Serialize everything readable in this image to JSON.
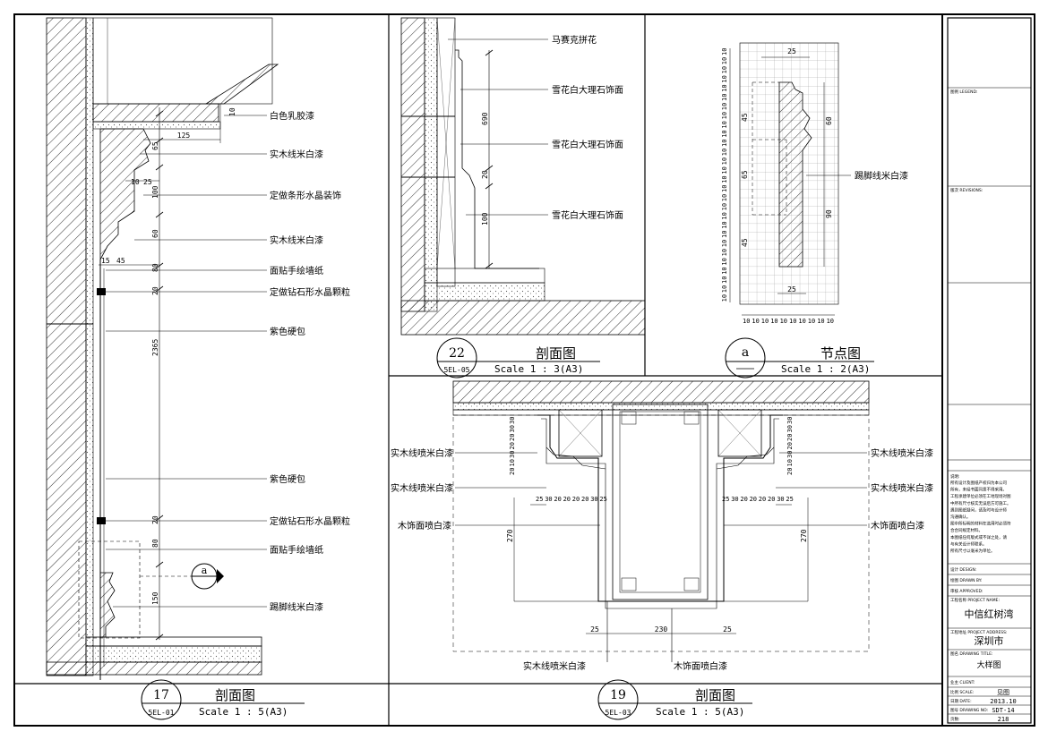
{
  "callouts": {
    "d17": [
      "白色乳胶漆",
      "实木线米白漆",
      "定做条形水晶装饰",
      "实木线米白漆",
      "面贴手绘墙纸",
      "定做钻石形水晶颗粒",
      "紫色硬包",
      "紫色硬包",
      "定做钻石形水晶颗粒",
      "面贴手绘墙纸",
      "踢脚线米白漆"
    ],
    "d22": [
      "马赛克拼花",
      "雪花白大理石饰面",
      "雪花白大理石饰面",
      "雪花白大理石饰面"
    ],
    "da": [
      "踢脚线米白漆"
    ],
    "d19_left": [
      "实木线喷米白漆",
      "实木线喷米白漆",
      "木饰面喷白漆"
    ],
    "d19_right": [
      "实木线喷米白漆",
      "实木线喷米白漆",
      "木饰面喷白漆"
    ],
    "d19_bottom": [
      "实木线喷米白漆",
      "木饰面喷白漆"
    ]
  },
  "dims": {
    "d17": [
      "10",
      "125",
      "65",
      "25",
      "10",
      "100",
      "60",
      "15",
      "45",
      "80",
      "20",
      "2365",
      "20",
      "80",
      "150"
    ],
    "d22": [
      "690",
      "20",
      "100"
    ],
    "da_top": "25",
    "da_left": [
      "10",
      "10",
      "10",
      "10",
      "10",
      "10",
      "10",
      "10",
      "10",
      "10",
      "10",
      "10",
      "10",
      "10",
      "10",
      "10",
      "10",
      "10",
      "10",
      "10",
      "10",
      "10",
      "10",
      "10",
      "10",
      "10",
      "10",
      "10"
    ],
    "da_inner": [
      "45",
      "60",
      "65",
      "90",
      "45",
      "25"
    ],
    "da_bottom": [
      "10",
      "10",
      "10",
      "10",
      "10",
      "10",
      "10",
      "10",
      "10",
      "10"
    ],
    "d19_left_v": [
      "30",
      "30",
      "20",
      "20",
      "30",
      "10",
      "20"
    ],
    "d19_right_v": [
      "30",
      "30",
      "20",
      "20",
      "30",
      "10",
      "20"
    ],
    "d19_row_left": [
      "25",
      "30",
      "20",
      "20",
      "20",
      "20",
      "30",
      "25"
    ],
    "d19_row_right": [
      "25",
      "30",
      "20",
      "20",
      "20",
      "20",
      "30",
      "25"
    ],
    "d19_h": [
      "270",
      "270"
    ],
    "d19_bottom": [
      "25",
      "230",
      "25"
    ]
  },
  "titles": {
    "d17": {
      "num": "17",
      "ref": "5EL-01",
      "name": "剖面图",
      "scale": "Scale 1 : 5(A3)"
    },
    "d22": {
      "num": "22",
      "ref": "5EL-05",
      "name": "剖面图",
      "scale": "Scale 1 : 3(A3)"
    },
    "da": {
      "num": "a",
      "ref": "",
      "name": "节点图",
      "scale": "Scale 1 : 2(A3)"
    },
    "d19": {
      "num": "19",
      "ref": "5EL-03",
      "name": "剖面图",
      "scale": "Scale 1 : 5(A3)"
    },
    "marker_a": "a"
  },
  "title_block": {
    "legend": "图例 LEGEND:",
    "revisions": "版次 REVISIONS:",
    "notes_label": "说明:",
    "notes": [
      "所有设计及图纸产权归为本公司",
      "所有，未经书面同意不得采用。",
      "工程承建单位必须在工地现场对图",
      "中所有尺寸核实无误后方可施工。",
      "遇到图纸疑问，请及时与设计师",
      "沟通确认。",
      "图中所标明的材料在选用时必须符",
      "合合同规定材料。",
      "本图纸任何版式或不详之处，请",
      "与有关设计师联系。",
      "所有尺寸以毫米为单位。"
    ],
    "design": "设计 DESIGN:",
    "drawn": "绘图 DRAWN BY:",
    "checked": "审核 APPROVED:",
    "project_label": "工程名称 PROJECT NAME:",
    "project": "中信红树湾",
    "address_label": "工程地址 PROJECT ADDRESS:",
    "address": "深圳市",
    "title_label": "图名 DRAWING TITLE:",
    "title": "大样图",
    "client_label": "业主 CLIENT:",
    "scale_label": "比例 SCALE:",
    "scale": "见图",
    "date_label": "日期 DATE:",
    "date": "2013.10",
    "drawing_no_label": "图号 DRAWING NO:",
    "drawing_no": "SDT-14",
    "page_label": "页数:",
    "page": "218"
  }
}
